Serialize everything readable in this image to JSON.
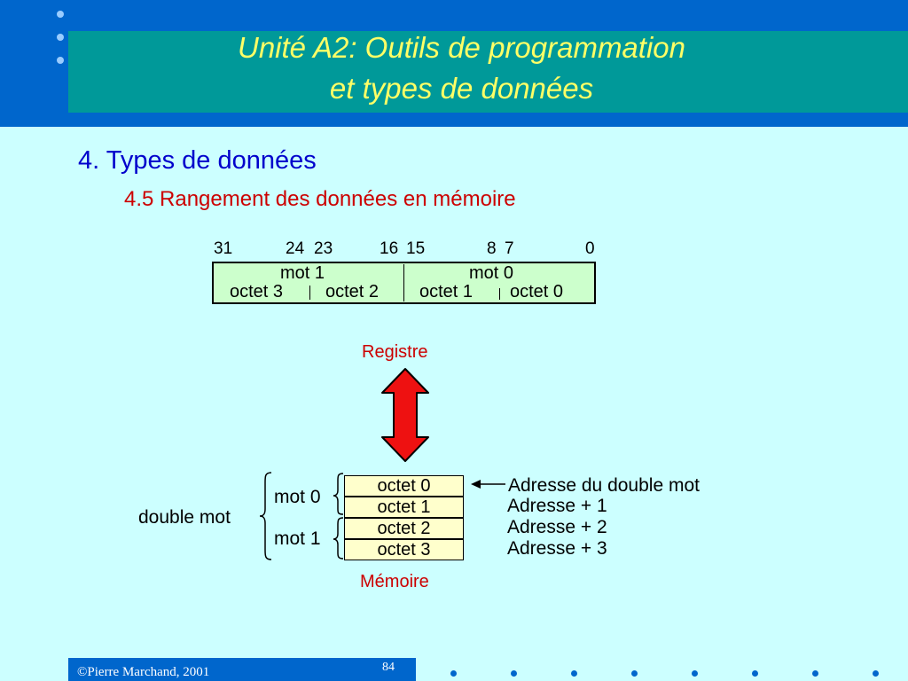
{
  "slide": {
    "title_line1": "Unité A2:  Outils de programmation",
    "title_line2": "et types de données",
    "heading": "4. Types de données",
    "subheading": "4.5 Rangement des données en mémoire"
  },
  "register": {
    "bit_numbers": [
      "31",
      "24",
      "23",
      "16",
      "15",
      "8",
      "7",
      "0"
    ],
    "words": [
      "mot 1",
      "mot 0"
    ],
    "bytes": [
      "octet 3",
      "octet 2",
      "octet 1",
      "octet 0"
    ],
    "label": "Registre"
  },
  "memory": {
    "cells": [
      "octet 0",
      "octet 1",
      "octet 2",
      "octet 3"
    ],
    "label": "Mémoire",
    "word_labels": [
      "mot 0",
      "mot 1"
    ],
    "group_label": "double mot",
    "addresses": [
      "Adresse du double mot",
      "Adresse + 1",
      "Adresse + 2",
      "Adresse + 3"
    ]
  },
  "colors": {
    "arrow_fill": "#ee1111",
    "register_fill": "#ccffcc",
    "memory_fill": "#ffffcc"
  },
  "footer": {
    "copyright": "©Pierre Marchand, 2001",
    "page_number": "84"
  }
}
